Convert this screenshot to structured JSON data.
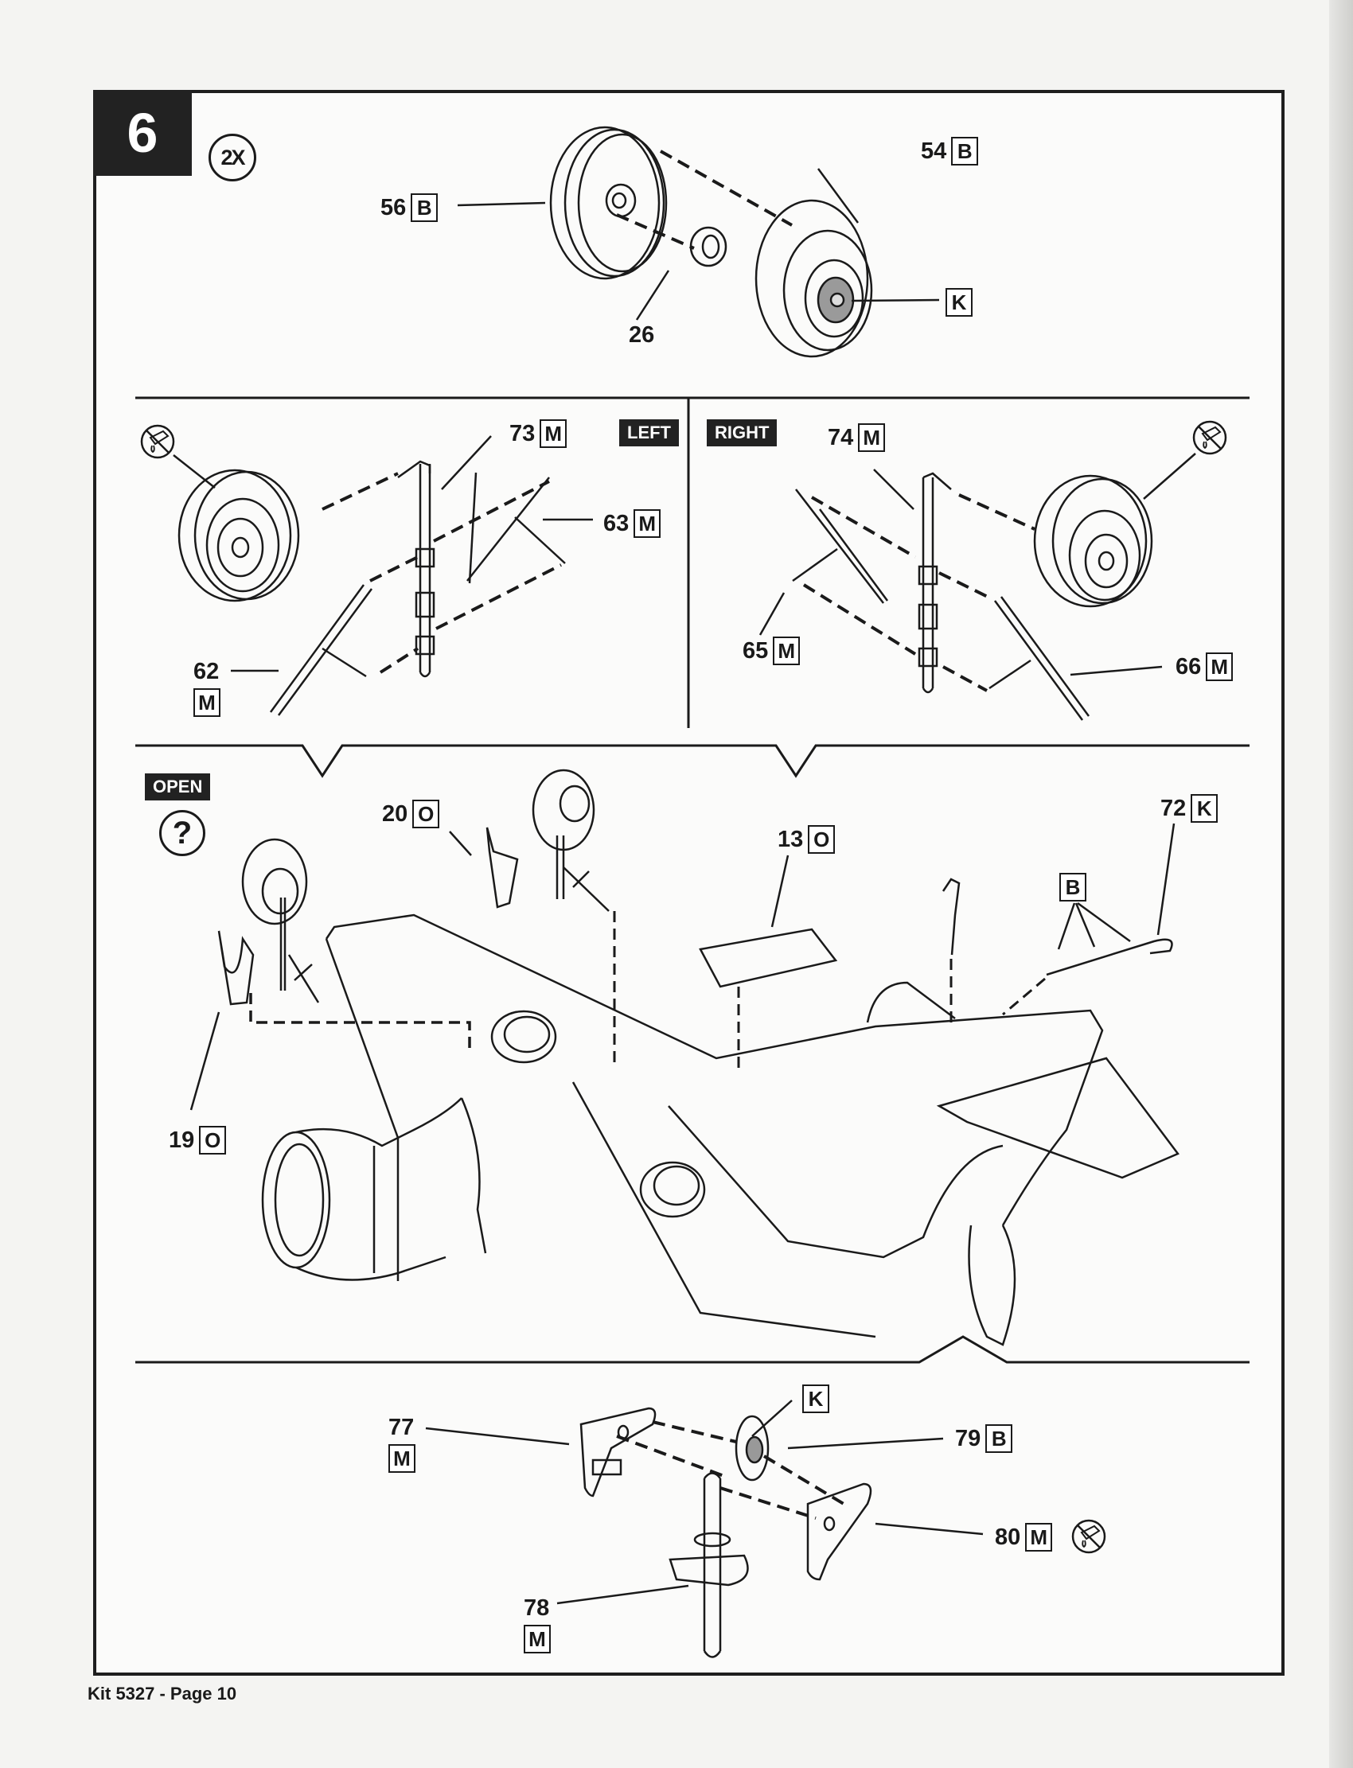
{
  "document": {
    "step_number": "6",
    "quantity_badge": "2X",
    "footer": "Kit 5327 - Page 10"
  },
  "panels": {
    "top": {
      "labels": [
        {
          "part": "56",
          "tree": "B"
        },
        {
          "part": "54",
          "tree": "B"
        },
        {
          "part": "26",
          "tree": ""
        },
        {
          "part": "",
          "tree": "K"
        }
      ]
    },
    "left": {
      "tag": "LEFT",
      "labels": [
        {
          "part": "73",
          "tree": "M"
        },
        {
          "part": "63",
          "tree": "M"
        },
        {
          "part": "62",
          "tree": "M"
        }
      ]
    },
    "right": {
      "tag": "RIGHT",
      "labels": [
        {
          "part": "74",
          "tree": "M"
        },
        {
          "part": "65",
          "tree": "M"
        },
        {
          "part": "66",
          "tree": "M"
        }
      ]
    },
    "main": {
      "tag": "OPEN",
      "help_symbol": "?",
      "labels": [
        {
          "part": "20",
          "tree": "O"
        },
        {
          "part": "13",
          "tree": "O"
        },
        {
          "part": "72",
          "tree": "K"
        },
        {
          "part": "",
          "tree": "B"
        },
        {
          "part": "19",
          "tree": "O"
        }
      ]
    },
    "bottom": {
      "labels": [
        {
          "part": "",
          "tree": "K"
        },
        {
          "part": "77",
          "tree": "M"
        },
        {
          "part": "79",
          "tree": "B"
        },
        {
          "part": "80",
          "tree": "M"
        },
        {
          "part": "78",
          "tree": "M"
        }
      ]
    }
  },
  "icons": {
    "no_glue": "no-glue-icon",
    "quantity": "quantity-circle-icon",
    "help": "question-circle-icon"
  }
}
